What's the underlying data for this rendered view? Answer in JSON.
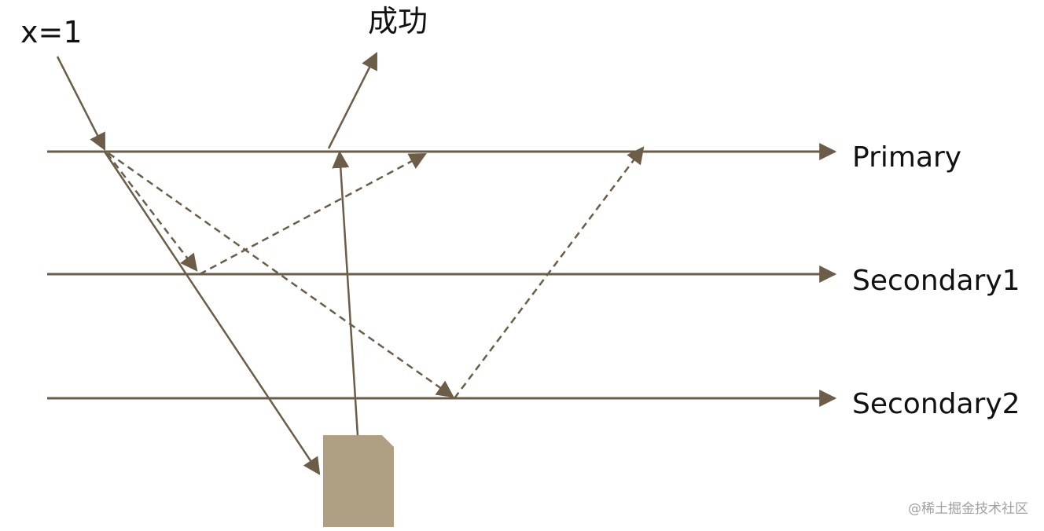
{
  "colors": {
    "line": "#6b5d47",
    "document_fill": "#b0a083",
    "text": "#111111",
    "watermark": "#a0a0a0"
  },
  "labels": {
    "client_write": "x=1",
    "success": "成功",
    "primary": "Primary",
    "secondary1": "Secondary1",
    "secondary2": "Secondary2",
    "watermark": "@稀土掘金技术社区"
  },
  "icons": {
    "client": "document-icon"
  }
}
